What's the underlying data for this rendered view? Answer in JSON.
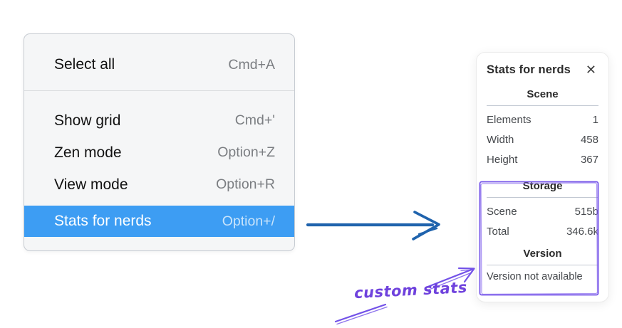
{
  "menu": {
    "items": [
      {
        "label": "Select all",
        "shortcut": "Cmd+A",
        "highlighted": false
      },
      {
        "label": "Show grid",
        "shortcut": "Cmd+'",
        "highlighted": false
      },
      {
        "label": "Zen mode",
        "shortcut": "Option+Z",
        "highlighted": false
      },
      {
        "label": "View mode",
        "shortcut": "Option+R",
        "highlighted": false
      },
      {
        "label": "Stats for nerds",
        "shortcut": "Option+/",
        "highlighted": true
      }
    ]
  },
  "panel": {
    "title": "Stats for nerds",
    "close_icon": "✕",
    "sections": [
      {
        "heading": "Scene",
        "rows": [
          {
            "label": "Elements",
            "value": "1"
          },
          {
            "label": "Width",
            "value": "458"
          },
          {
            "label": "Height",
            "value": "367"
          }
        ]
      },
      {
        "heading": "Storage",
        "rows": [
          {
            "label": "Scene",
            "value": "515b"
          },
          {
            "label": "Total",
            "value": "346.6k"
          }
        ]
      },
      {
        "heading": "Version",
        "note": "Version not available"
      }
    ]
  },
  "annotation": {
    "label": "custom stats"
  },
  "colors": {
    "menu_highlight": "#3d9df3",
    "annotation_purple": "#7352e8",
    "arrow_blue": "#1f63ad"
  }
}
